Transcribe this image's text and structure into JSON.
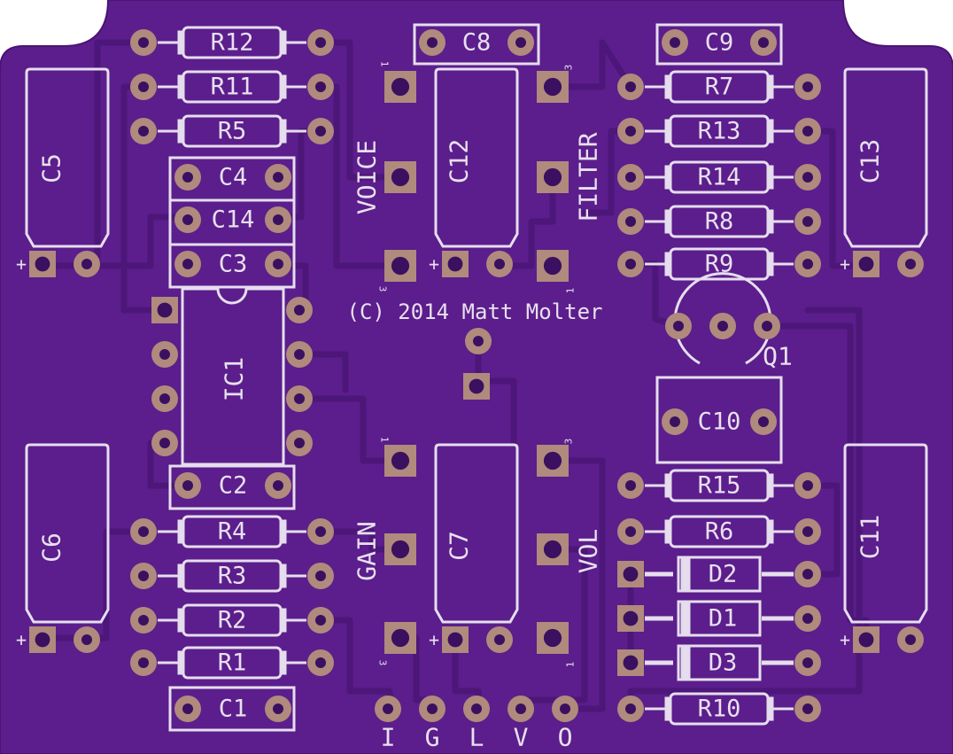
{
  "board": {
    "colors": {
      "board": "#5a1d8a",
      "board_edge": "#4a1474",
      "trace": "#4c1579",
      "pad": "#b08a7c",
      "pad_hole": "#3b1060",
      "silk": "#e6deee"
    },
    "copyright": "(C) 2014 Matt Molter",
    "resistors": [
      {
        "id": "r12",
        "label": "R12"
      },
      {
        "id": "r11",
        "label": "R11"
      },
      {
        "id": "r5",
        "label": "R5"
      },
      {
        "id": "r4",
        "label": "R4"
      },
      {
        "id": "r3",
        "label": "R3"
      },
      {
        "id": "r2",
        "label": "R2"
      },
      {
        "id": "r1",
        "label": "R1"
      },
      {
        "id": "r7",
        "label": "R7"
      },
      {
        "id": "r13",
        "label": "R13"
      },
      {
        "id": "r14",
        "label": "R14"
      },
      {
        "id": "r8",
        "label": "R8"
      },
      {
        "id": "r9",
        "label": "R9"
      },
      {
        "id": "r15",
        "label": "R15"
      },
      {
        "id": "r6",
        "label": "R6"
      },
      {
        "id": "r10",
        "label": "R10"
      }
    ],
    "small_caps": [
      {
        "id": "c8",
        "label": "C8"
      },
      {
        "id": "c9",
        "label": "C9"
      },
      {
        "id": "c4",
        "label": "C4"
      },
      {
        "id": "c14",
        "label": "C14"
      },
      {
        "id": "c3",
        "label": "C3"
      },
      {
        "id": "c2",
        "label": "C2"
      },
      {
        "id": "c1",
        "label": "C1"
      },
      {
        "id": "c10",
        "label": "C10"
      }
    ],
    "electrolytic_caps": [
      {
        "id": "c5",
        "label": "C5",
        "plus": "+"
      },
      {
        "id": "c6",
        "label": "C6",
        "plus": "+"
      },
      {
        "id": "c13",
        "label": "C13",
        "plus": "+"
      },
      {
        "id": "c11",
        "label": "C11",
        "plus": "+"
      },
      {
        "id": "c12",
        "label": "C12",
        "plus": "+"
      },
      {
        "id": "c7",
        "label": "C7",
        "plus": "+"
      }
    ],
    "diodes": [
      {
        "id": "d2",
        "label": "D2"
      },
      {
        "id": "d1",
        "label": "D1"
      },
      {
        "id": "d3",
        "label": "D3"
      }
    ],
    "ic": {
      "label": "IC1"
    },
    "transistor": {
      "label": "Q1"
    },
    "pots": [
      {
        "id": "voice",
        "label": "VOICE",
        "pin1": "1",
        "pin3": "3"
      },
      {
        "id": "filter",
        "label": "FILTER",
        "pin1": "1",
        "pin3": "3"
      },
      {
        "id": "gain",
        "label": "GAIN",
        "pin1": "1",
        "pin3": "3"
      },
      {
        "id": "vol",
        "label": "VOL",
        "pin1": "1",
        "pin3": "3"
      }
    ],
    "header_pins": [
      "I",
      "G",
      "L",
      "V",
      "O"
    ]
  }
}
